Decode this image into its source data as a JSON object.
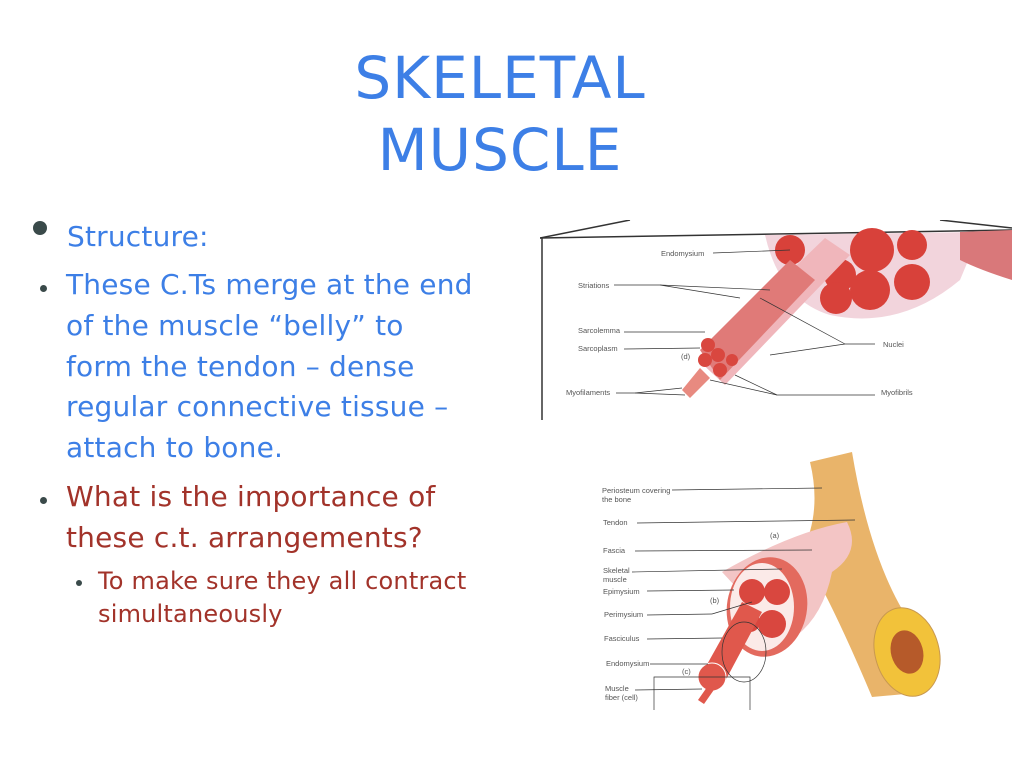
{
  "title": {
    "line1": "SKELETAL",
    "line2": "MUSCLE"
  },
  "bullets": {
    "structure": "Structure:",
    "ct_merge": [
      "These C.Ts merge at the end",
      "of the muscle “belly” to",
      "form the tendon – dense",
      "regular connective tissue –",
      "attach to bone."
    ],
    "question": [
      "What is the importance of",
      "these c.t. arrangements?"
    ],
    "answer": [
      "To make sure they all contract",
      "simultaneously"
    ]
  },
  "figure_top": {
    "labels": {
      "endomysium": "Endomysium",
      "striations": "Striations",
      "sarcolemma": "Sarcolemma",
      "sarcoplasm": "Sarcoplasm",
      "d": "(d)",
      "myofilaments": "Myofilaments",
      "nuclei": "Nuclei",
      "myofibrils": "Myofibrils"
    }
  },
  "figure_bottom": {
    "labels": {
      "periosteum": [
        "Periosteum covering",
        "the bone"
      ],
      "tendon": "Tendon",
      "a": "(a)",
      "fascia": "Fascia",
      "skeletal_muscle": [
        "Skeletal",
        "muscle"
      ],
      "epimysium": "Epimysium",
      "b": "(b)",
      "perimysium": "Perimysium",
      "fasciculus": "Fasciculus",
      "endomysium": "Endomysium",
      "c": "(c)",
      "muscle_fiber": [
        "Muscle",
        "fiber (cell)"
      ]
    }
  },
  "colors": {
    "title": "#3d7fe6",
    "body": "#3d7fe6",
    "question": "#a2332a",
    "muscle": "#d9473f",
    "bone": "#e8b86a"
  }
}
